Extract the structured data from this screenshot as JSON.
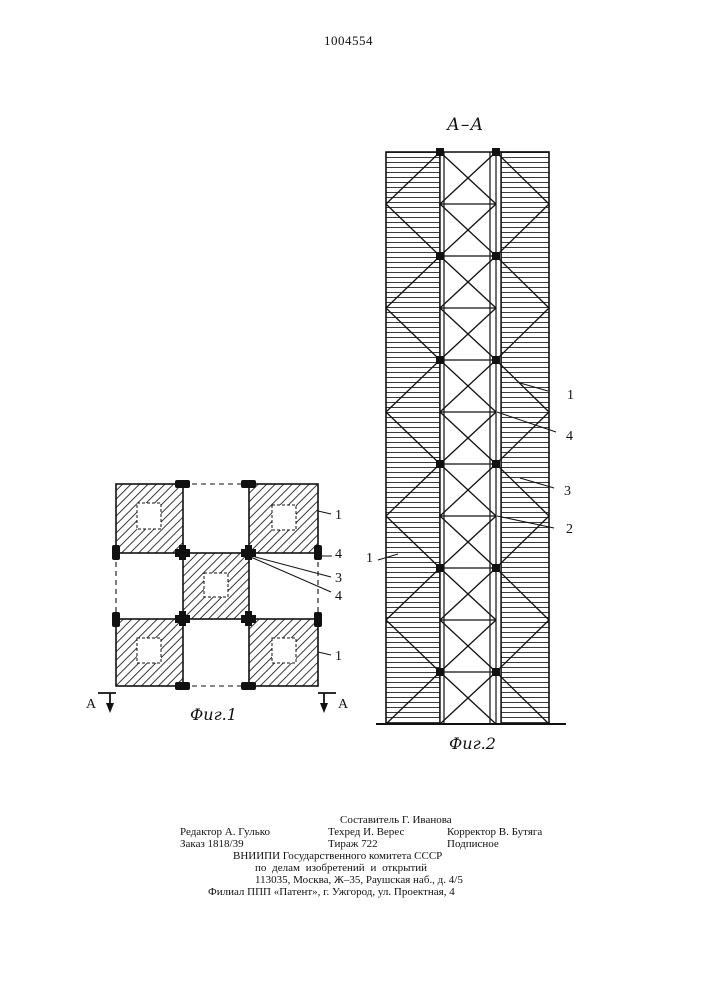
{
  "header": {
    "patent_number": "1004554"
  },
  "fig2": {
    "section_label": "А–А",
    "caption": "Фиг.2",
    "callouts": [
      "1",
      "4",
      "3",
      "2",
      "1"
    ]
  },
  "fig1": {
    "caption": "Фиг.1",
    "section_marks": [
      "А",
      "А"
    ],
    "callouts": [
      "1",
      "4",
      "3",
      "4",
      "1"
    ]
  },
  "colophon": {
    "compiler": "Составитель Г. Иванова",
    "editor": "Редактор А. Гулько",
    "techred": "Техред И. Верес",
    "corrector": "Корректор В. Бутяга",
    "order": "Заказ 1818/39",
    "circulation": "Тираж 722",
    "subscription": "Подписное",
    "institute": "ВНИИПИ Государственного комитета СССР",
    "institute_sub": "по делам изобретений и открытий",
    "address": "113035, Москва, Ж–35, Раушская наб., д. 4/5",
    "branch": "Филиал ППП «Патент», г. Ужгород, ул. Проектная, 4"
  }
}
